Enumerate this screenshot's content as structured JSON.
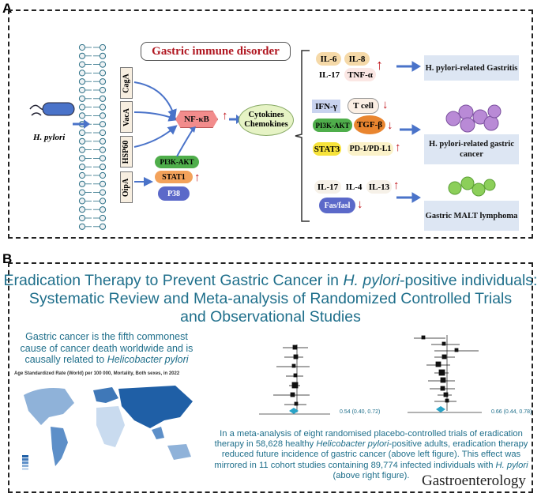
{
  "panelA": {
    "letter": "A",
    "title": "Gastric immune disorder",
    "pathogen": "H. pylori",
    "factors": [
      "CagA",
      "VacA",
      "HSP60",
      "OipA"
    ],
    "nfkb": "NF-κB",
    "cytokines": [
      "Cytokines",
      "Chemokines"
    ],
    "pi3k": "PI3K-AKT",
    "stat1": "STAT1",
    "p38": "P38",
    "group1": [
      "IL-6",
      "IL-8",
      "IL-17",
      "TNF-α"
    ],
    "group2": [
      "IFN-γ",
      "T cell",
      "PI3K-AKT",
      "TGF-β",
      "STAT3",
      "PD-1/PD-L1"
    ],
    "group3": [
      "IL-17",
      "IL-4",
      "IL-13",
      "Fas/fasl"
    ],
    "outcomes": [
      "H. pylori-related Gastritis",
      "H. pylori-related gastric cancer",
      "Gastric MALT lymphoma"
    ]
  },
  "panelB": {
    "letter": "B",
    "title_line1_pre": "Eradication Therapy to Prevent Gastric Cancer in ",
    "title_line1_italic": "H. pylori",
    "title_line1_post": "-positive individuals:",
    "title_line2": "Systematic Review and Meta-analysis of Randomized Controlled Trials",
    "title_line3": "and Observational Studies",
    "left_text": "Gastric cancer is the fifth commonest cause of cancer death worldwide and is causally related to",
    "left_italic": "Helicobacter pylori",
    "map_caption": "Age Standardized Rate (World) per 100 000, Mortality, Both sexes, in 2022",
    "bottom_text_1": "In a meta-analysis of eight randomised placebo-controlled trials of eradication therapy in 58,628 healthy",
    "bottom_italic_1": "Helicobacter pylori",
    "bottom_text_2": "-positive adults, eradication therapy reduced future incidence of gastric cancer (above left figure). This effect was mirrored in 11 cohort studies containing 89,774 infected individuals with",
    "bottom_italic_2": "H. pylori",
    "bottom_text_3": "(above right figure).",
    "journal": "Gastroenterology",
    "forest_left_pooled": "0.54 (0.40, 0.72)",
    "forest_right_pooled": "0.66 (0.44, 0.78)"
  },
  "colors": {
    "accent": "#1f6f8b",
    "red": "#c0151b",
    "nfkb": "#f08080",
    "outcomeBox": "#dde6f3"
  }
}
